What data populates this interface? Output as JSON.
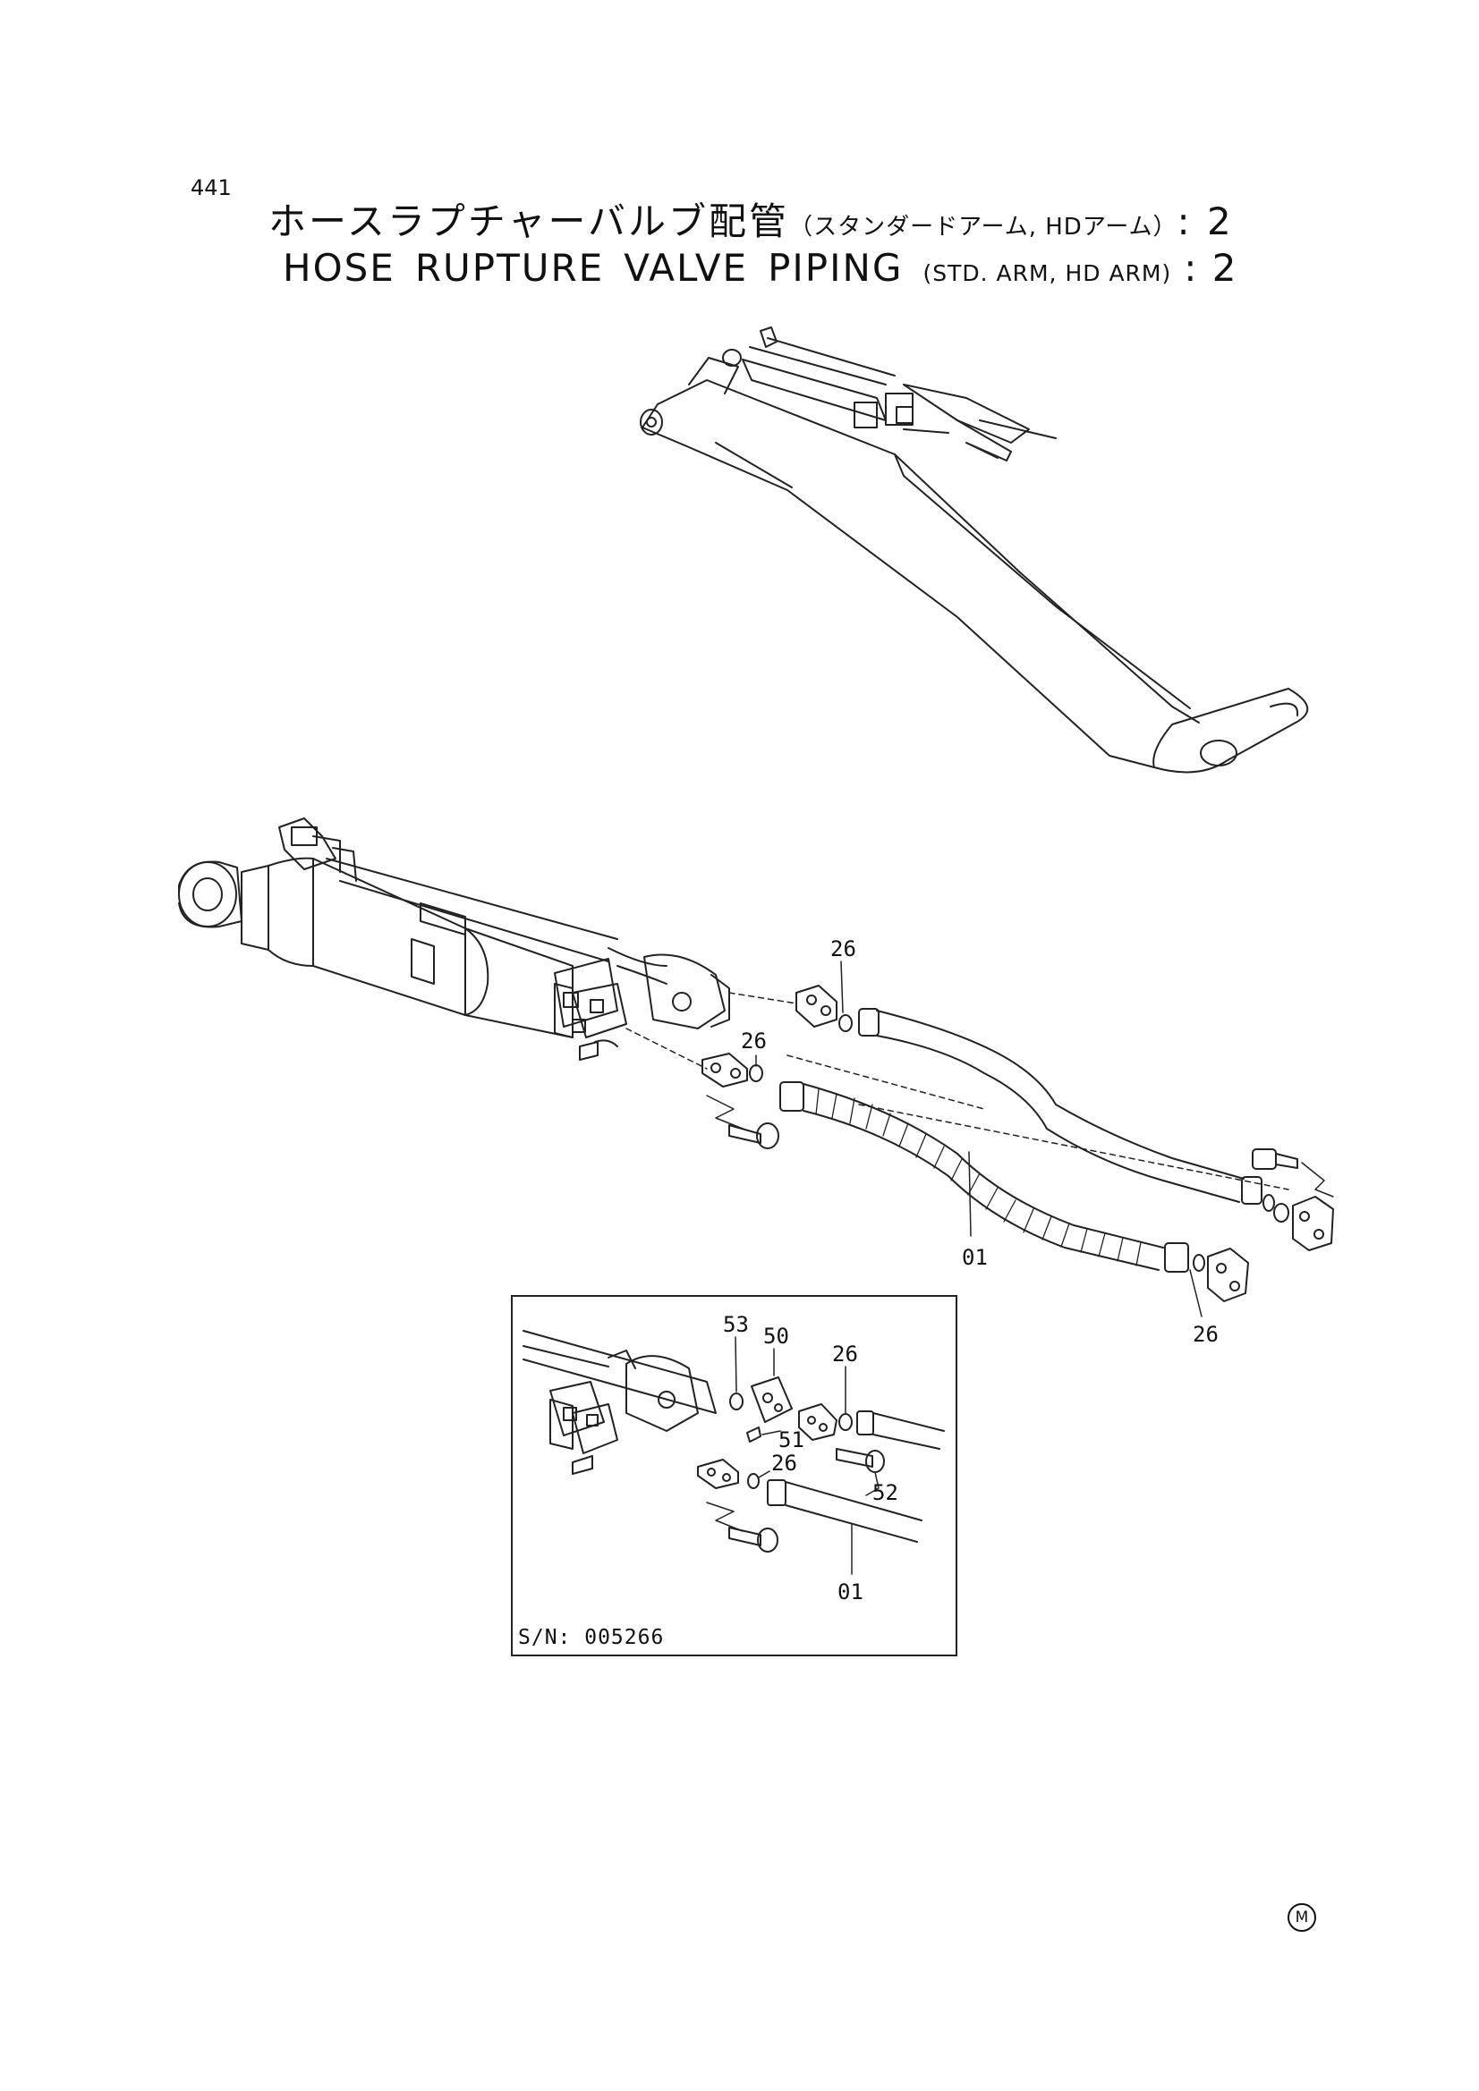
{
  "page_number": "441",
  "title_jp": {
    "main": "ホースラプチャーバルブ配管",
    "sub": "（スタンダードアーム, HDアーム）",
    "suffix": ": 2"
  },
  "title_en": {
    "word1": "HOSE",
    "word2": "RUPTURE",
    "word3": "VALVE",
    "word4": "PIPING",
    "sub": "(STD. ARM, HD ARM)",
    "suffix": ": 2"
  },
  "callouts": {
    "upper_26": "26",
    "mid_26": "26",
    "main_01": "01",
    "lower_26": "26"
  },
  "inset": {
    "label_53": "53",
    "label_50": "50",
    "label_26_top": "26",
    "label_51": "51",
    "label_26_mid": "26",
    "label_52": "52",
    "label_01": "01",
    "serial": "S/N: 005266"
  },
  "footer_mark": "M"
}
